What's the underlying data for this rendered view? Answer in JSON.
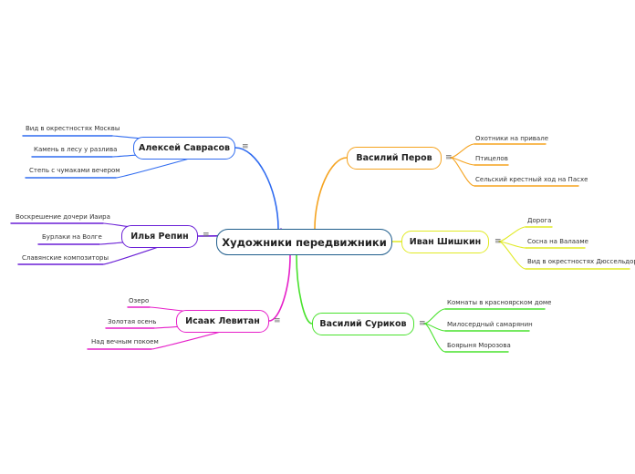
{
  "root": "Художники передвижники",
  "menu_glyph": "≡",
  "branches": [
    {
      "id": "savrasov",
      "label": "Алексей Саврасов",
      "color": "#2f6bf0",
      "leaves": [
        "Вид в окрестностях Москвы",
        "Камень в лесу у разлива",
        "Степь с чумаками вечером"
      ]
    },
    {
      "id": "repin",
      "label": "Илья Репин",
      "color": "#6a1fd6",
      "leaves": [
        "Воскрешение дочери Иаира",
        "Бурлаки на Волге",
        "Славянские композиторы"
      ]
    },
    {
      "id": "levitan",
      "label": "Исаак Левитан",
      "color": "#e61fc9",
      "leaves": [
        "Озеро",
        "Золотая осень",
        "Над вечным покоем"
      ]
    },
    {
      "id": "perov",
      "label": "Василий Перов",
      "color": "#f5a31f",
      "leaves": [
        "Охотники на привале",
        "Птицелов",
        "Сельский крестный ход на Пасхе"
      ]
    },
    {
      "id": "shishkin",
      "label": "Иван Шишкин",
      "color": "#e1ea24",
      "leaves": [
        "Дорога",
        "Сосна на Валааме",
        "Вид в окрестностях Дюссельдорфа"
      ]
    },
    {
      "id": "surikov",
      "label": "Василий Суриков",
      "color": "#49e22d",
      "leaves": [
        "Комнаты в красноярском доме",
        "Милосердный самарянин",
        "Боярыня Морозова"
      ]
    }
  ]
}
